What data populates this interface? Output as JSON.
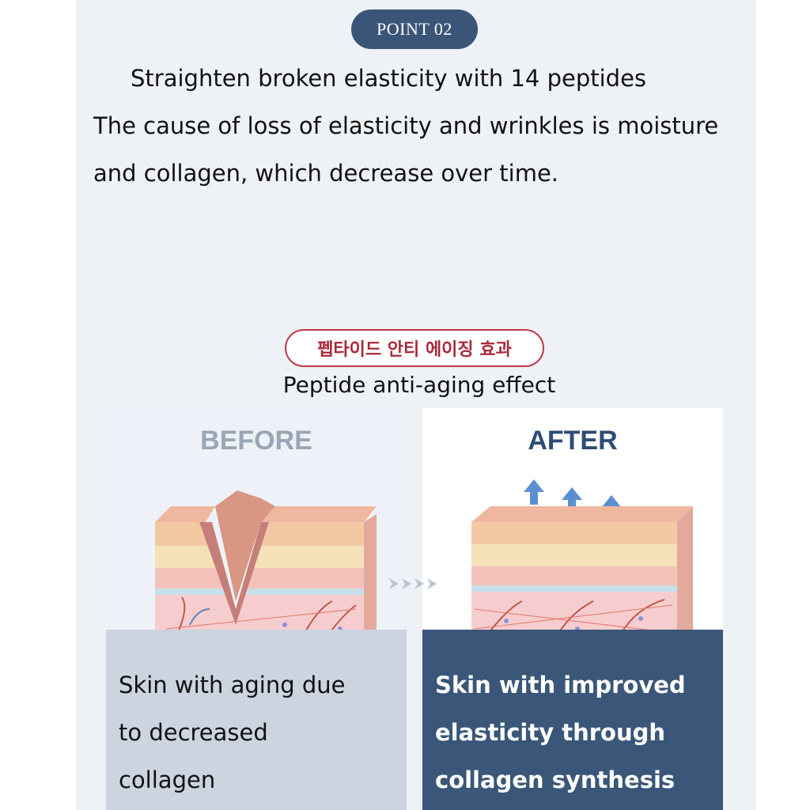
{
  "badge": "POINT 02",
  "headline": "Straighten broken elasticity with 14 peptides",
  "body_line1": "The cause of loss of elasticity and wrinkles is moisture",
  "body_line2": "and collagen, which decrease over time.",
  "korean_pill": "펩타이드 안티 에이징 효과",
  "subtitle": "Peptide anti-aging effect",
  "before": {
    "title": "BEFORE",
    "caption": [
      "Skin with aging due",
      "to decreased",
      "collagen"
    ]
  },
  "after": {
    "title": "AFTER",
    "caption": [
      "Skin with improved",
      "elasticity through",
      "collagen synthesis"
    ]
  },
  "icons": {
    "transition": "triple-chevron-right-icon",
    "lift": "up-arrow-icon"
  },
  "colors": {
    "navy": "#3b5578",
    "red": "#c0394a",
    "panel": "#eef2f7"
  }
}
